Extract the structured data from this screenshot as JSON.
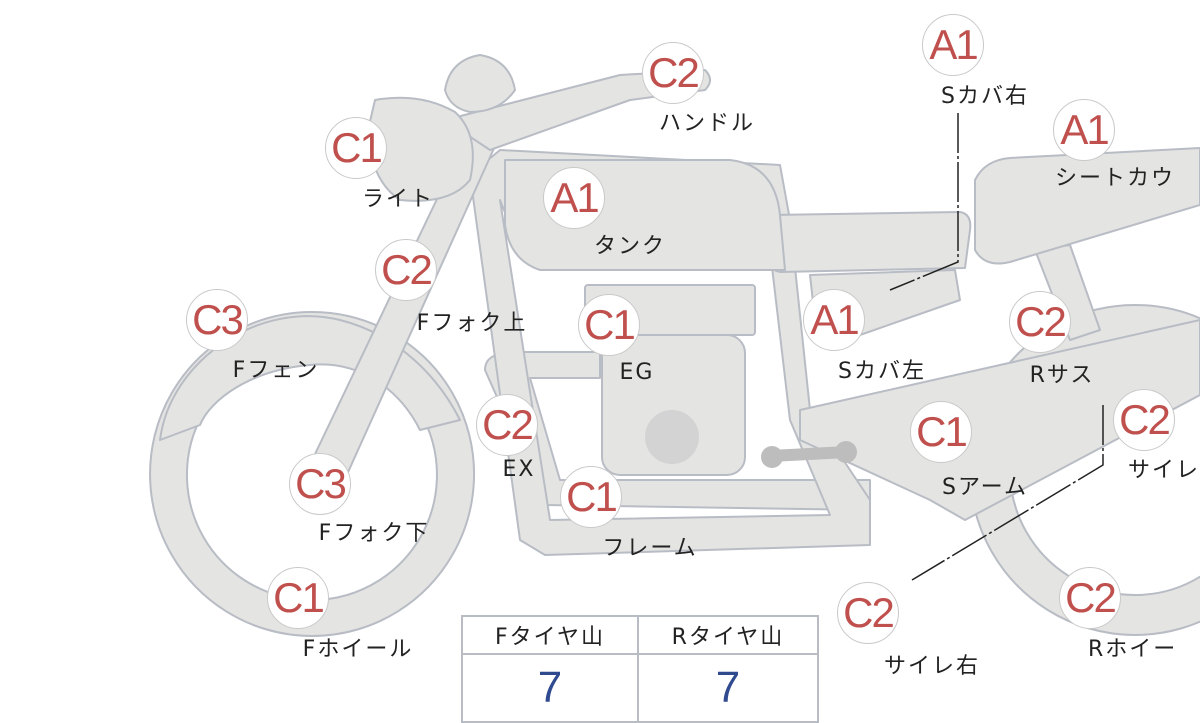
{
  "parts": [
    {
      "id": "handle",
      "grade": "C2",
      "label": "ハンドル"
    },
    {
      "id": "s-cover-right",
      "grade": "A1",
      "label": "Sカバ右"
    },
    {
      "id": "light",
      "grade": "C1",
      "label": "ライト"
    },
    {
      "id": "seat-cowl",
      "grade": "A1",
      "label": "シートカウ"
    },
    {
      "id": "tank",
      "grade": "A1",
      "label": "タンク"
    },
    {
      "id": "f-fork-upper",
      "grade": "C2",
      "label": "Fフォク上"
    },
    {
      "id": "f-fender",
      "grade": "C3",
      "label": "Fフェン"
    },
    {
      "id": "engine",
      "grade": "C1",
      "label": "EG"
    },
    {
      "id": "s-cover-left",
      "grade": "A1",
      "label": "Sカバ左"
    },
    {
      "id": "r-suspension",
      "grade": "C2",
      "label": "Rサス"
    },
    {
      "id": "exhaust",
      "grade": "C2",
      "label": "EX"
    },
    {
      "id": "swingarm",
      "grade": "C1",
      "label": "Sアーム"
    },
    {
      "id": "silencer",
      "grade": "C2",
      "label": "サイレ"
    },
    {
      "id": "f-fork-lower",
      "grade": "C3",
      "label": "Fフォク下"
    },
    {
      "id": "frame",
      "grade": "C1",
      "label": "フレーム"
    },
    {
      "id": "f-wheel",
      "grade": "C1",
      "label": "Fホイール"
    },
    {
      "id": "silencer-right",
      "grade": "C2",
      "label": "サイレ右"
    },
    {
      "id": "r-wheel",
      "grade": "C2",
      "label": "Rホイー"
    }
  ],
  "tire_table": {
    "headers": [
      "Fタイヤ山",
      "Rタイヤ山"
    ],
    "values": [
      "7",
      "7"
    ]
  },
  "colors": {
    "grade": "#c0504d",
    "tire_value": "#2f4a8f",
    "body_fill": "#e4e4e2",
    "body_stroke": "#b8bcc4"
  }
}
